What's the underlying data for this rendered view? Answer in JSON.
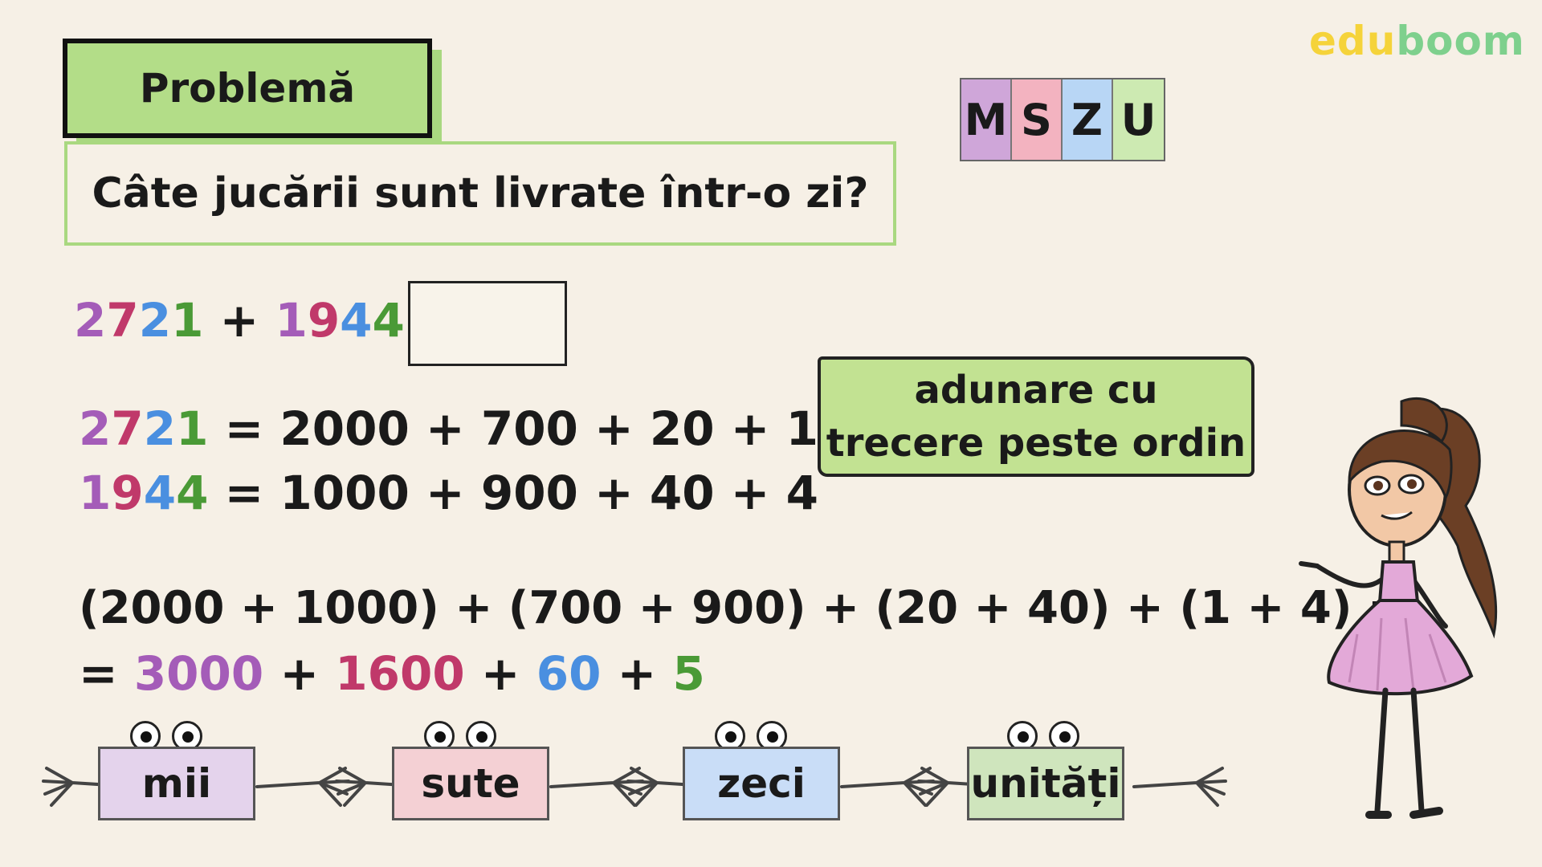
{
  "logo": {
    "part1": "edu",
    "part2": "boom"
  },
  "title": "Problemă",
  "question": "Câte jucării sunt livrate într-o zi?",
  "mszu": [
    {
      "letter": "M",
      "color": "#cfa6d9"
    },
    {
      "letter": "S",
      "color": "#f3b3c0"
    },
    {
      "letter": "Z",
      "color": "#b8d6f5"
    },
    {
      "letter": "U",
      "color": "#cdeab2"
    }
  ],
  "equation1": {
    "a": [
      "2",
      "7",
      "2",
      "1"
    ],
    "plus": "+",
    "b": [
      "1",
      "9",
      "4",
      "4"
    ],
    "equals": "="
  },
  "decomp1": {
    "num": [
      "2",
      "7",
      "2",
      "1"
    ],
    "rest": "= 2000 + 700 + 20 + 1"
  },
  "decomp2": {
    "num": [
      "1",
      "9",
      "4",
      "4"
    ],
    "rest": "= 1000 + 900 + 40 + 4"
  },
  "grouping_line": "(2000 + 1000) + (700 + 900) + (20 + 40) + (1 + 4) =",
  "result_line": {
    "eq": "=",
    "v1": "3000",
    "p1": "+",
    "v2": "1600",
    "p2": "+",
    "v3": "60",
    "p3": "+",
    "v4": "5"
  },
  "note": {
    "line1": "adunare cu",
    "line2": "trecere peste ordin"
  },
  "cards": [
    {
      "label": "mii",
      "color": "#e4d3ec"
    },
    {
      "label": "sute",
      "color": "#f4d0d4"
    },
    {
      "label": "zeci",
      "color": "#c9ddf7"
    },
    {
      "label": "unități",
      "color": "#cfe5bd"
    }
  ]
}
